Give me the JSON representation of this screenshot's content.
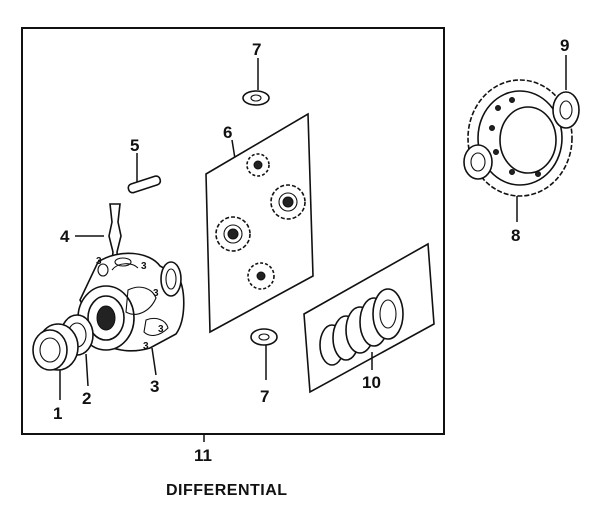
{
  "title": "DIFFERENTIAL",
  "callouts": {
    "c1": "1",
    "c2": "2",
    "c3": "3",
    "c4": "4",
    "c5": "5",
    "c6": "6",
    "c7a": "7",
    "c7b": "7",
    "c8": "8",
    "c9": "9",
    "c10": "10",
    "c11": "11"
  },
  "case_marks": {
    "m1": "3",
    "m2": "3",
    "m3": "3",
    "m4": "3",
    "m5": "3"
  }
}
